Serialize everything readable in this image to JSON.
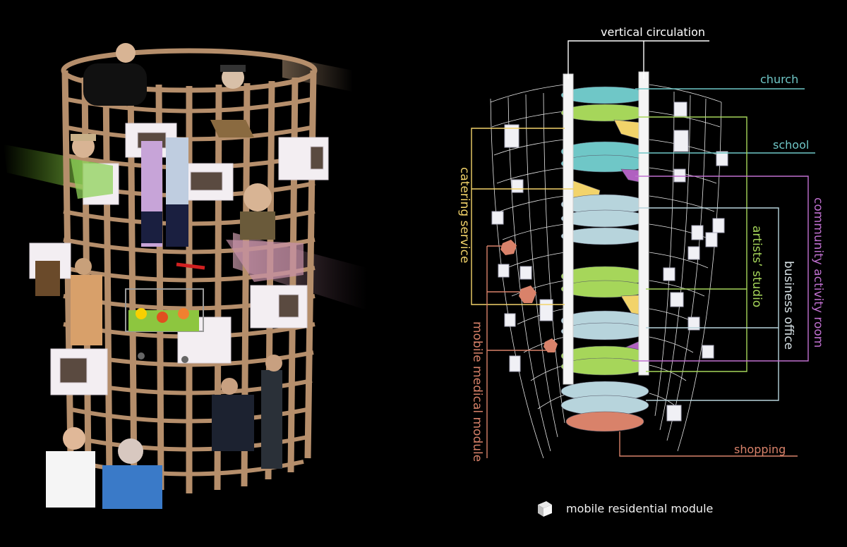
{
  "left_panel": {
    "description": "Collage of cylindrical wooden lattice tower with protruding white modules and photographed occupants",
    "figures": [
      "bishop",
      "elderly-man-cap",
      "elderly-man-hat",
      "students",
      "elderly-woman",
      "painter-woman",
      "shopping-cart",
      "businessmen",
      "nurse-with-elderly-woman"
    ]
  },
  "right_panel": {
    "labels": {
      "vertical_circulation": "vertical circulation",
      "church": "church",
      "school": "school",
      "catering_service": "catering service",
      "artists_studio": "artists’ studio",
      "business_office": "business office",
      "community_activity_room": "community activity room",
      "mobile_medical_module": "mobile medical module",
      "shopping": "shopping"
    },
    "colors": {
      "vertical_circulation": "#ffffff",
      "church": "#6fc7c7",
      "school": "#6fc7c7",
      "catering_service": "#f2d36a",
      "artists_studio": "#a6d65a",
      "business_office": "#b7d4dc",
      "community_activity_room": "#b060c0",
      "mobile_medical_module": "#d9826a",
      "shopping": "#d9826a"
    },
    "legend": {
      "icon": "white-cube-icon",
      "label": "mobile residential module"
    }
  }
}
